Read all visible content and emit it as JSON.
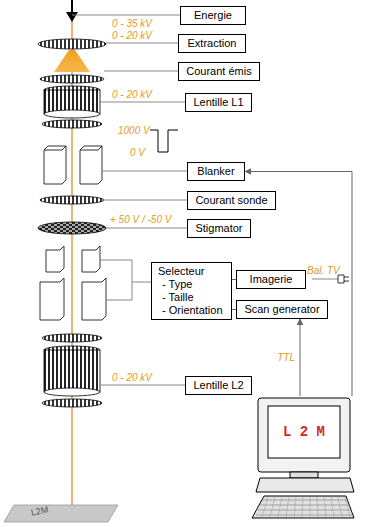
{
  "diagram": {
    "nodes": [
      {
        "text": [
          "Energie"
        ]
      },
      {
        "text": [
          "Extraction"
        ]
      },
      {
        "text": [
          "Courant émis"
        ]
      },
      {
        "text": [
          "Lentille  L1"
        ]
      },
      {
        "text": [
          "Blanker"
        ]
      },
      {
        "text": [
          "Courant sonde"
        ]
      },
      {
        "text": [
          "Stigmator"
        ]
      },
      {
        "text": [
          "Selecteur",
          "- Type",
          "- Taille",
          "- Orientation"
        ]
      },
      {
        "text": [
          "Imagerie"
        ]
      },
      {
        "text": [
          "Scan generator"
        ]
      },
      {
        "text": [
          "Lentille  L2"
        ]
      },
      {
        "text": [
          "L 2 M"
        ]
      }
    ],
    "edges": [
      {
        "from": 7,
        "to": 8,
        "arrow": "none"
      },
      {
        "from": 7,
        "to": 9,
        "arrow": "none"
      },
      {
        "from": 11,
        "to": 9,
        "arrow": "to",
        "label": "TTL"
      },
      {
        "from": 11,
        "to": 4,
        "arrow": "to"
      }
    ],
    "labels": [
      "0 - 35 kV",
      "0 - 20 kV",
      "0 - 20 kV",
      "1000 V",
      "0 V",
      "+ 50 V / -50 V",
      "0 - 20 kV",
      "Bal. TV",
      "L2M"
    ]
  }
}
